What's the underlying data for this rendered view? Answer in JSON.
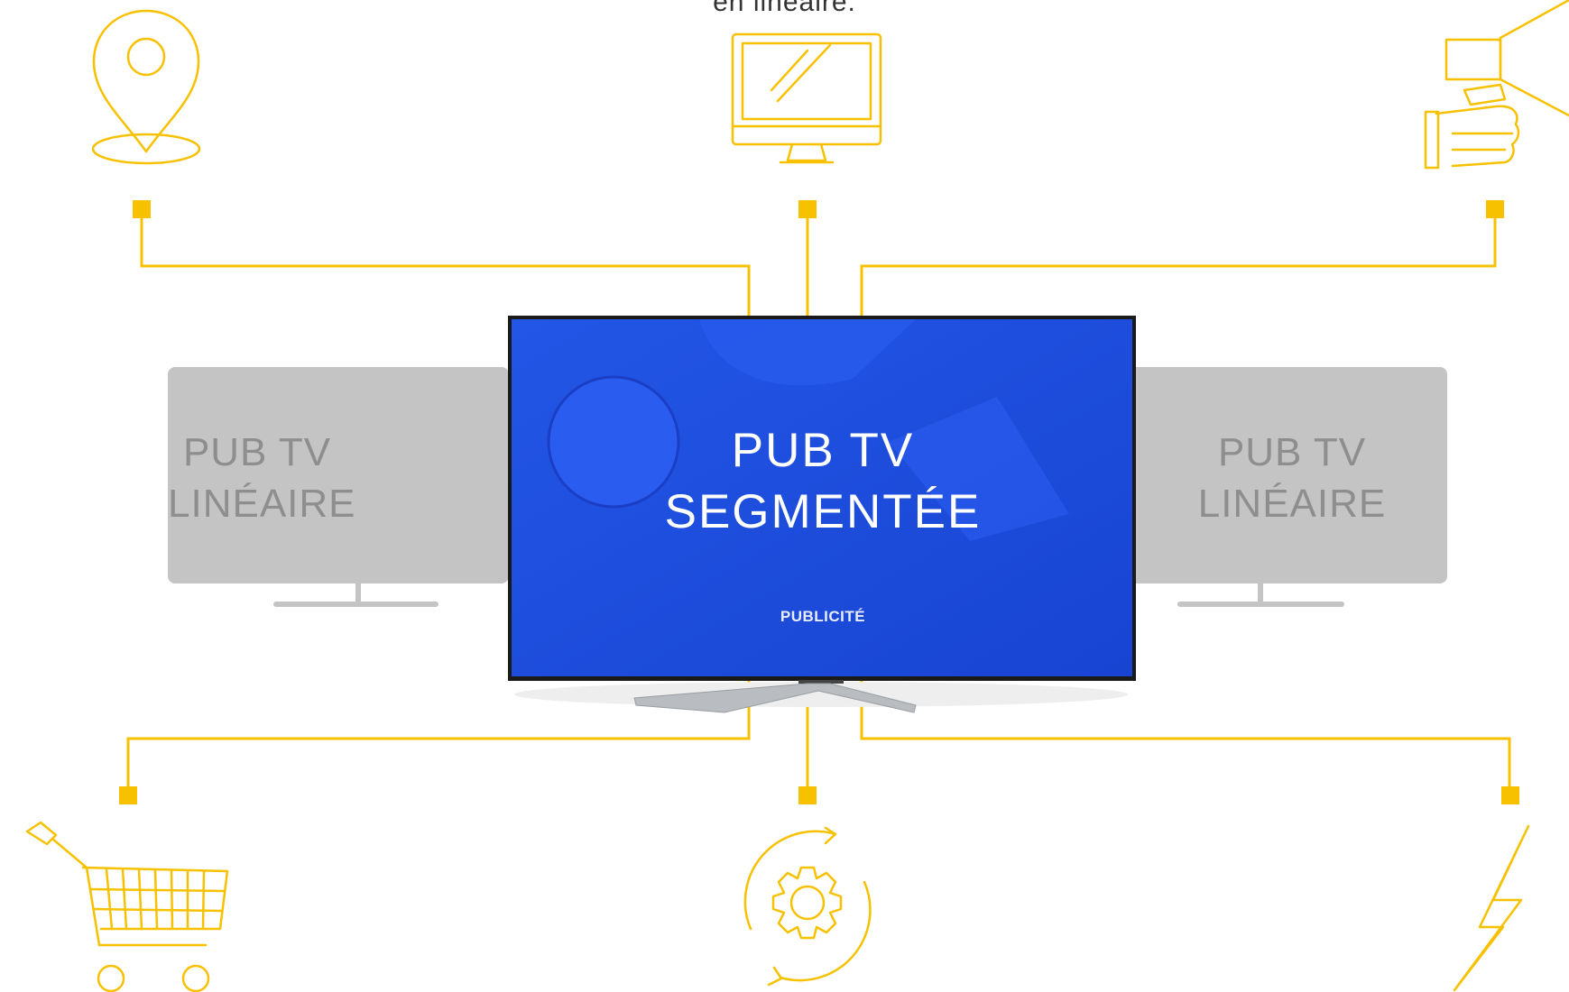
{
  "top_caption": "en linéaire.",
  "center_tv": {
    "line1": "PUB TV",
    "line2": "SEGMENTÉE",
    "overlay": "PUBLICITÉ"
  },
  "left_tv": {
    "line1": "PUB TV",
    "line2": "LINÉAIRE"
  },
  "right_tv": {
    "line1": "PUB TV",
    "line2": "LINÉAIRE"
  },
  "colors": {
    "accent": "#f7c100",
    "screen_blue": "#1f4fe0",
    "side_tv_grey": "#c4c4c4",
    "side_tv_text": "#8e8e8e"
  },
  "icons": [
    "location-pin-icon",
    "computer-monitor-icon",
    "megaphone-icon",
    "shopping-cart-icon",
    "gear-refresh-icon",
    "lightning-bolt-icon"
  ]
}
